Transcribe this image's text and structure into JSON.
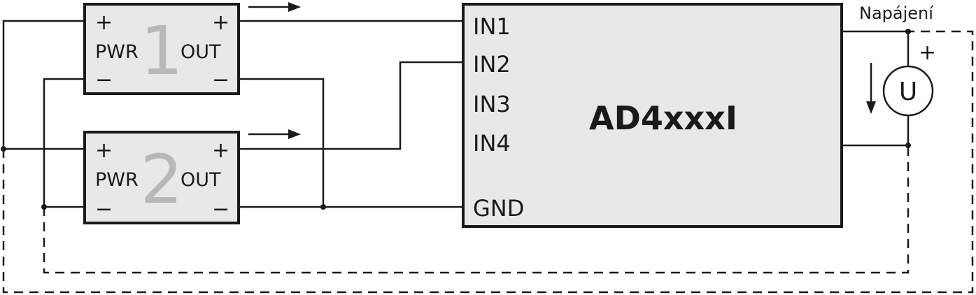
{
  "module1": {
    "plus_left": "+",
    "plus_right": "+",
    "minus_left": "−",
    "minus_right": "−",
    "pwr_label": "PWR",
    "number": "1",
    "out_label": "OUT"
  },
  "module2": {
    "plus_left": "+",
    "plus_right": "+",
    "minus_left": "−",
    "minus_right": "−",
    "pwr_label": "PWR",
    "number": "2",
    "out_label": "OUT"
  },
  "device": {
    "name": "AD4xxxI",
    "inputs": [
      "IN1",
      "IN2",
      "IN3",
      "IN4"
    ],
    "gnd": "GND"
  },
  "supply": {
    "label": "Napájení",
    "plus": "+",
    "meter_symbol": "U"
  },
  "colors": {
    "box_fill": "#e8e8e8",
    "line": "#1a1a1a",
    "module_number": "#b8b8b8"
  }
}
